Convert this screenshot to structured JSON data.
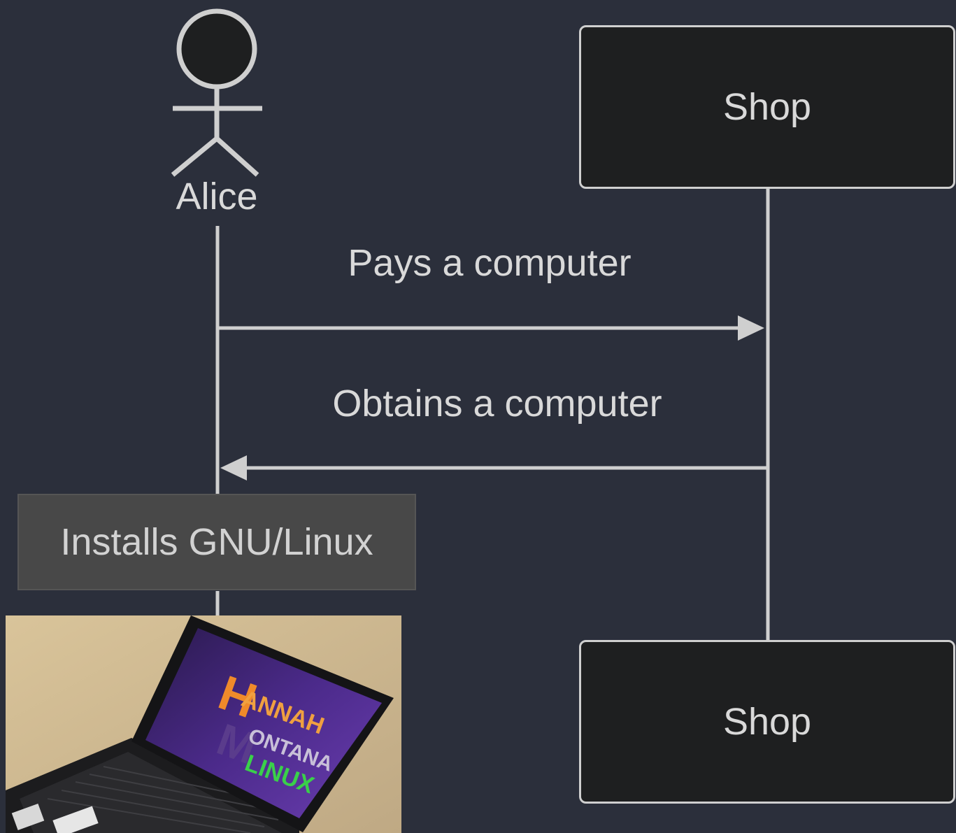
{
  "participants": {
    "actor": {
      "name": "Alice"
    },
    "shop_top": {
      "name": "Shop"
    },
    "shop_bottom": {
      "name": "Shop"
    }
  },
  "messages": [
    {
      "from": "Alice",
      "to": "Shop",
      "text": "Pays a computer"
    },
    {
      "from": "Shop",
      "to": "Alice",
      "text": "Obtains a computer"
    }
  ],
  "note": {
    "over": "Alice",
    "text": "Installs GNU/Linux"
  },
  "image": {
    "subject": "laptop-with-hannah-montana-linux-wallpaper",
    "screen_logo": {
      "line1": "ANNAH",
      "line2": "ONTANA",
      "line3": "LINUX"
    }
  },
  "colors": {
    "background": "#2b2f3b",
    "line": "#cfcfcf",
    "participant_fill": "#1e1f20",
    "note_fill": "#484848",
    "text": "#d9d9d9"
  }
}
